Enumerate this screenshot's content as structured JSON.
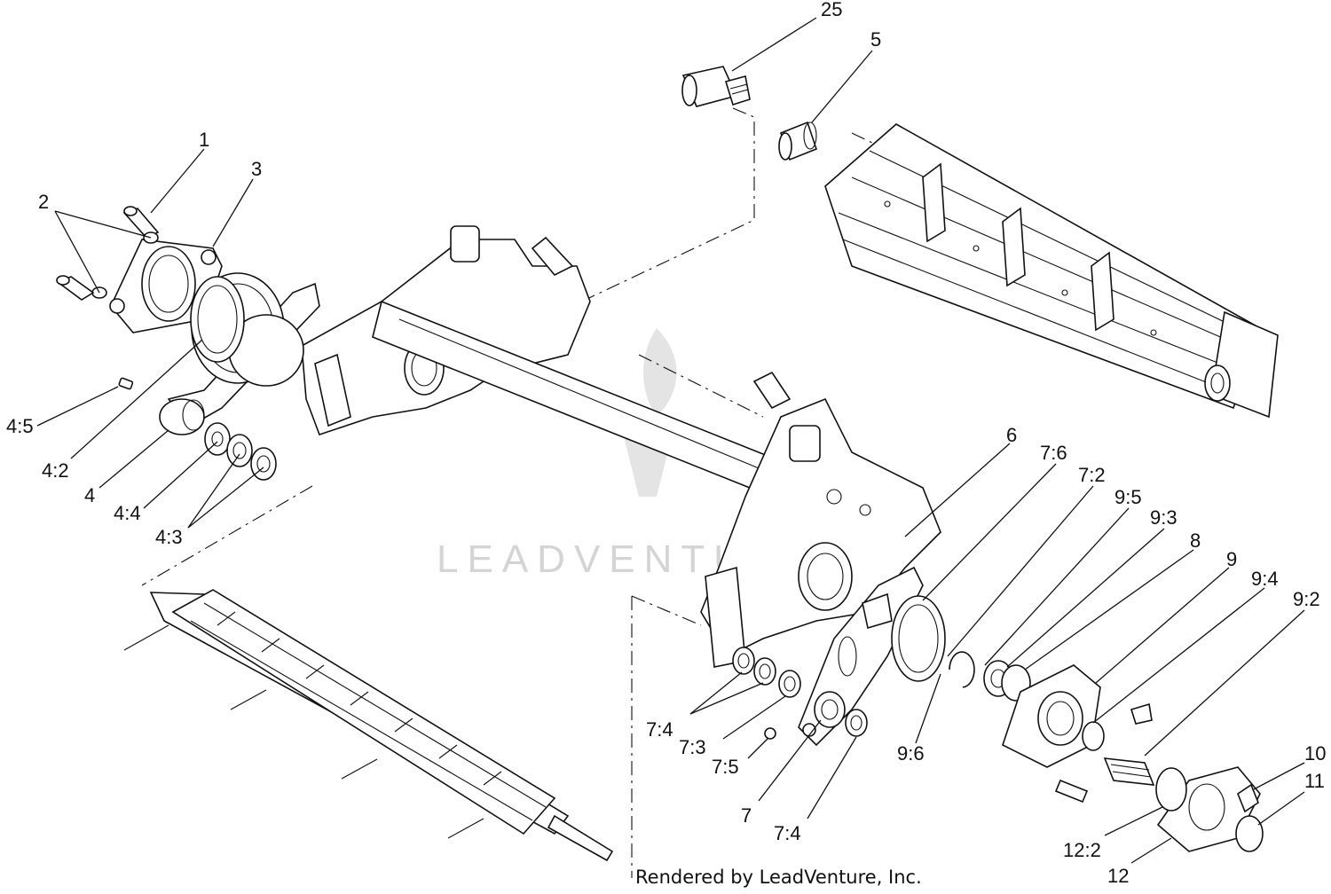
{
  "callouts": [
    {
      "id": "c25",
      "text": "25"
    },
    {
      "id": "c5",
      "text": "5"
    },
    {
      "id": "c1",
      "text": "1"
    },
    {
      "id": "c3",
      "text": "3"
    },
    {
      "id": "c2",
      "text": "2"
    },
    {
      "id": "c4_5",
      "text": "4:5"
    },
    {
      "id": "c4_2",
      "text": "4:2"
    },
    {
      "id": "c4",
      "text": "4"
    },
    {
      "id": "c4_4",
      "text": "4:4"
    },
    {
      "id": "c4_3",
      "text": "4:3"
    },
    {
      "id": "c6",
      "text": "6"
    },
    {
      "id": "c7_6",
      "text": "7:6"
    },
    {
      "id": "c7_2",
      "text": "7:2"
    },
    {
      "id": "c9_5",
      "text": "9:5"
    },
    {
      "id": "c9_3",
      "text": "9:3"
    },
    {
      "id": "c8",
      "text": "8"
    },
    {
      "id": "c9",
      "text": "9"
    },
    {
      "id": "c9_4",
      "text": "9:4"
    },
    {
      "id": "c9_2",
      "text": "9:2"
    },
    {
      "id": "c9_6",
      "text": "9:6"
    },
    {
      "id": "c7_4a",
      "text": "7:4"
    },
    {
      "id": "c7_3",
      "text": "7:3"
    },
    {
      "id": "c7_5",
      "text": "7:5"
    },
    {
      "id": "c7",
      "text": "7"
    },
    {
      "id": "c7_4b",
      "text": "7:4"
    },
    {
      "id": "c10",
      "text": "10"
    },
    {
      "id": "c11",
      "text": "11"
    },
    {
      "id": "c12_2",
      "text": "12:2"
    },
    {
      "id": "c12",
      "text": "12"
    }
  ],
  "watermark": "LEADVENTURE",
  "credit": "Rendered by LeadVenture, Inc."
}
